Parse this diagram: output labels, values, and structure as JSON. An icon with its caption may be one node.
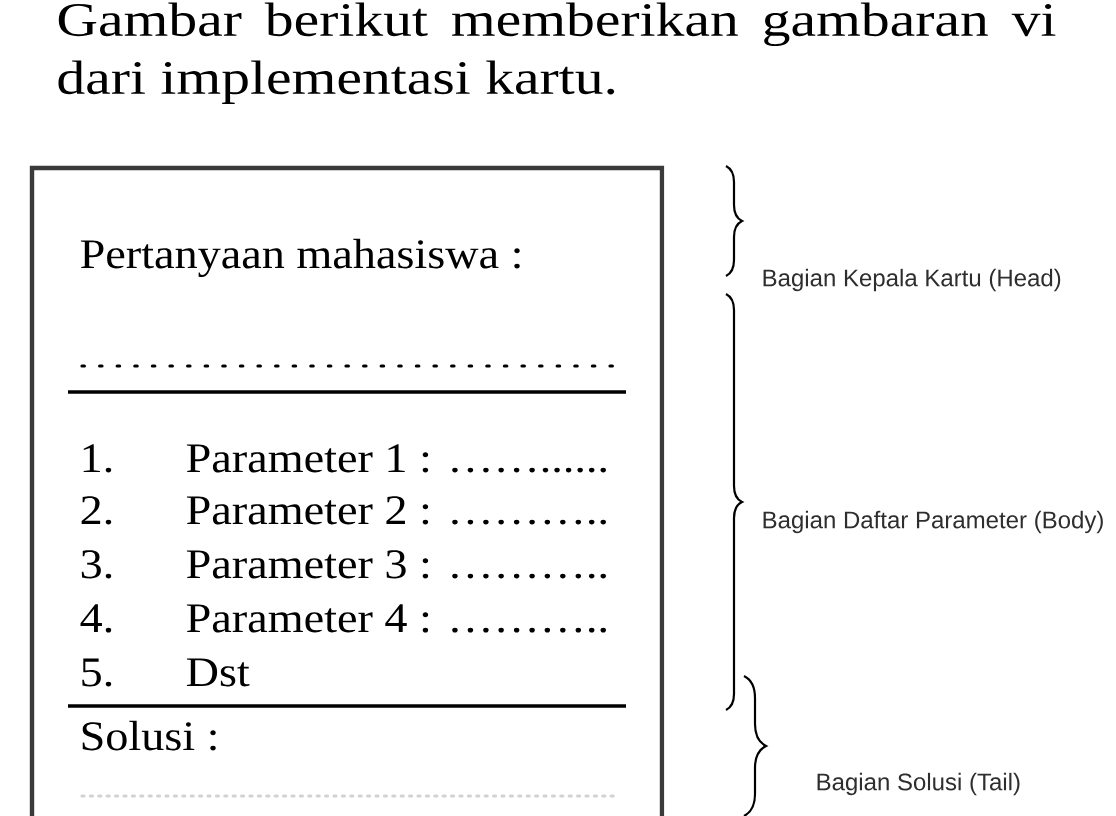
{
  "diagram": {
    "nodes": [
      {
        "text": [
          "Pertanyaan mahasiswa :",
          "1.",
          "Parameter 1 : ……......",
          "2.",
          "Parameter 2 : ………..",
          "3.",
          "Parameter 3 : ………..",
          "4.",
          "Parameter 4 : ………..",
          "5.",
          "Dst",
          "Solusi :"
        ]
      }
    ],
    "labels": [
      "Gambar berikut memberikan gambaran vi dari implementasi kartu.",
      "Bagian Kepala Kartu (Head)",
      "Bagian Daftar Parameter (Body)",
      "Bagian Solusi (Tail)"
    ]
  }
}
